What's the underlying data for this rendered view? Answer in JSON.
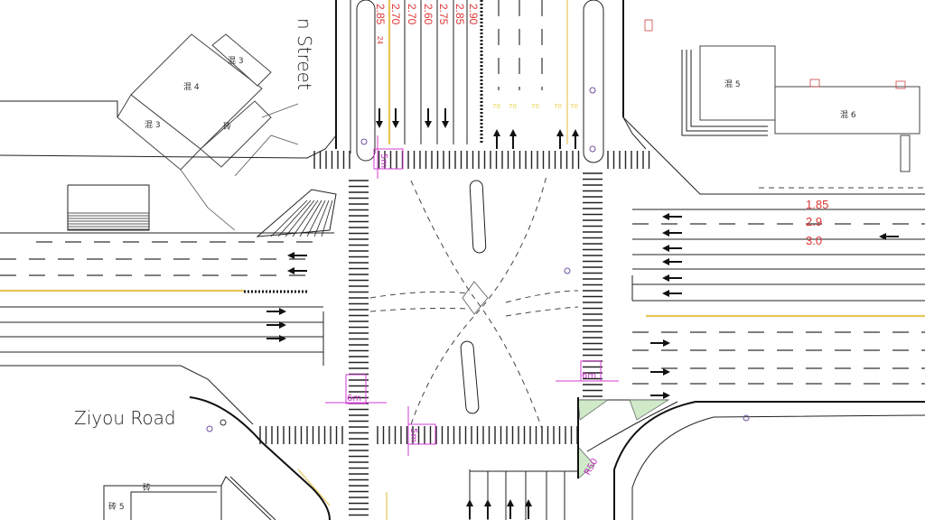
{
  "road_labels": {
    "west_road": "Ziyou Road",
    "north_street_partial": "n Street"
  },
  "buildings": {
    "b4": "混 4",
    "b3_top": "混 3",
    "b3_left": "混 3",
    "b_small": "砖",
    "b5": "混 5",
    "b6": "混 6",
    "b_sw": "砖 5",
    "b_sw_top": "砖"
  },
  "north_lane_widths": [
    "2.85",
    "2.70",
    "2.70",
    "2.60",
    "2.75",
    "2.85",
    "2.90"
  ],
  "north_lane_small": "24",
  "east_lane_widths": [
    "1.85",
    "2.9",
    "3.0"
  ],
  "lane_speed_marks": [
    "70",
    "70",
    "70",
    "70",
    "70"
  ],
  "dimensions": {
    "north_crosswalk": "5m",
    "west_crosswalk": "6m",
    "south_crosswalk": "5m",
    "east_crosswalk": "6m",
    "corner_radius": "R50"
  },
  "colors": {
    "lines": "#222222",
    "center_line": "#e7c65a",
    "dimension": "#d23fd2",
    "lane_width_text": "#dd3333"
  }
}
